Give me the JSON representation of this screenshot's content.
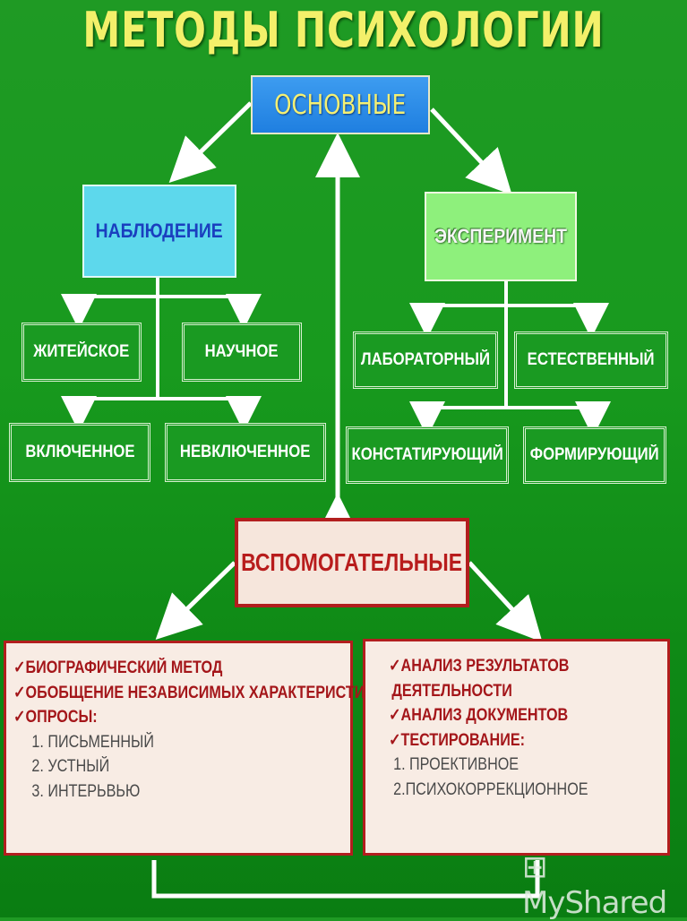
{
  "title": "МЕТОДЫ ПСИХОЛОГИИ",
  "main": "ОСНОВНЫЕ",
  "observation": {
    "label": "НАБЛЮДЕНИЕ",
    "types": [
      "ЖИТЕЙСКОЕ",
      "НАУЧНОЕ",
      "ВКЛЮЧЕННОЕ",
      "НЕВКЛЮЧЕННОЕ"
    ]
  },
  "experiment": {
    "label": "ЭКСПЕРИМЕНТ",
    "types": [
      "ЛАБОРАТОРНЫЙ",
      "ЕСТЕСТВЕННЫЙ",
      "КОНСТАТИРУЮЩИЙ",
      "ФОРМИРУЮЩИЙ"
    ]
  },
  "auxiliary": "ВСПОМОГАТЕЛЬНЫЕ",
  "left_panel": {
    "items": [
      "БИОГРАФИЧЕСКИЙ МЕТОД",
      "ОБОБЩЕНИЕ НЕЗАВИСИМЫХ ХАРАКТЕРИСТИК",
      "ОПРОСЫ:"
    ],
    "survey_types": [
      "1. ПИСЬМЕННЫЙ",
      "2. УСТНЫЙ",
      "3. ИНТЕРЬВЬЮ"
    ]
  },
  "right_panel": {
    "items": [
      "АНАЛИЗ РЕЗУЛЬТАТОВ",
      "ДЕЯТЕЛЬНОСТИ",
      "АНАЛИЗ ДОКУМЕНТОВ",
      "ТЕСТИРОВАНИЕ:"
    ],
    "test_types": [
      "1. ПРОЕКТИВНОЕ",
      "2.ПСИХОКОРРЕКЦИОННОЕ"
    ]
  },
  "watermark": "MyShared"
}
